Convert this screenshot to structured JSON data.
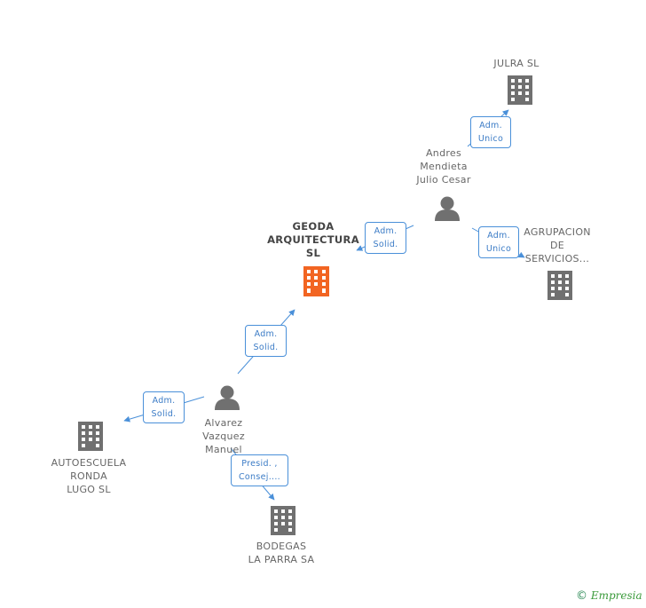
{
  "nodes": {
    "julra": {
      "lines": [
        "JULRA SL"
      ]
    },
    "andres": {
      "lines": [
        "Andres",
        "Mendieta",
        "Julio Cesar"
      ]
    },
    "geoda": {
      "lines": [
        "GEODA",
        "ARQUITECTURA",
        "SL"
      ]
    },
    "agrupacion": {
      "lines": [
        "AGRUPACION",
        "DE",
        "SERVICIOS..."
      ]
    },
    "alvarez": {
      "lines": [
        "Alvarez",
        "Vazquez",
        "Manuel"
      ]
    },
    "autoescuela": {
      "lines": [
        "AUTOESCUELA",
        "RONDA",
        "LUGO SL"
      ]
    },
    "bodegas": {
      "lines": [
        "BODEGAS",
        "LA PARRA SA"
      ]
    }
  },
  "edges": {
    "andres_julra": [
      "Adm.",
      "Unico"
    ],
    "andres_geoda": [
      "Adm.",
      "Solid."
    ],
    "andres_agrupacion": [
      "Adm.",
      "Unico"
    ],
    "alvarez_geoda": [
      "Adm.",
      "Solid."
    ],
    "alvarez_autoescuela": [
      "Adm.",
      "Solid."
    ],
    "alvarez_bodegas": [
      "Presid. ,",
      "Consej...."
    ]
  },
  "colors": {
    "main_company": "#f26522",
    "company": "#707070",
    "person": "#707070",
    "edge": "#4a90d9"
  },
  "footer": {
    "copyright": "©",
    "brand": "Empresia"
  }
}
